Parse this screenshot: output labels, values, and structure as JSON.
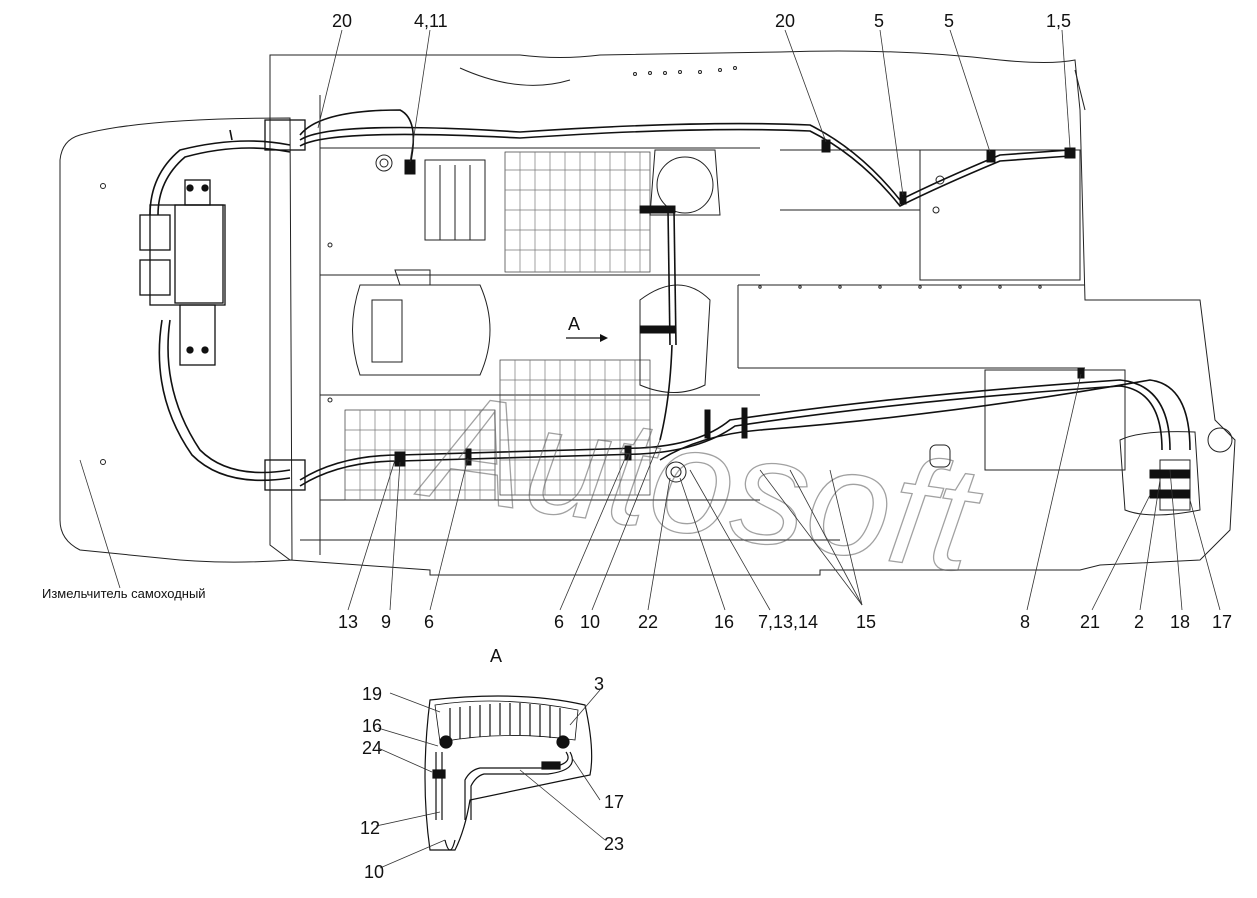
{
  "diagram": {
    "top_callouts": [
      "20",
      "4,11",
      "20",
      "5",
      "5",
      "1,5"
    ],
    "bottom_callouts": [
      "13",
      "9",
      "6",
      "6",
      "10",
      "22",
      "16",
      "7,13,14",
      "15",
      "8",
      "21",
      "2",
      "18",
      "17"
    ],
    "view_marker": "A",
    "section_title": "A",
    "caption": "Измельчитель самоходный",
    "watermark": "Autosoft",
    "detail_callouts": [
      "19",
      "3",
      "16",
      "24",
      "17",
      "12",
      "23",
      "10"
    ]
  }
}
